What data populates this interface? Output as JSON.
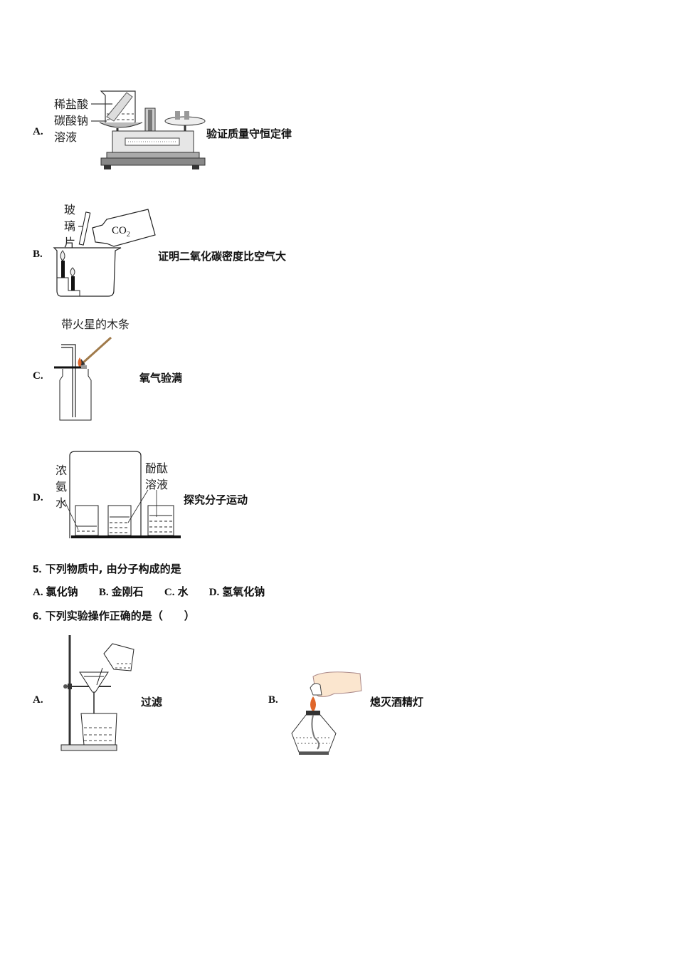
{
  "q4_options": [
    {
      "letter": "A.",
      "caption": "验证质量守恒定律",
      "labels": [
        "稀盐酸",
        "碳酸钠",
        "溶液"
      ],
      "figure": "balance-with-beaker"
    },
    {
      "letter": "B.",
      "caption": "证明二氧化碳密度比空气大",
      "labels": [
        "玻",
        "璃",
        "片"
      ],
      "bottle_label": "CO",
      "bottle_label_sub": "2",
      "figure": "co2-pour-candles"
    },
    {
      "letter": "C.",
      "caption": "氧气验满",
      "labels": [
        "带火星的木条"
      ],
      "figure": "gas-bottle-glowing-splint"
    },
    {
      "letter": "D.",
      "caption": "探究分子运动",
      "labels_left": [
        "浓",
        "氨",
        "水"
      ],
      "labels_right": [
        "酚酞",
        "溶液"
      ],
      "figure": "ammonia-phenolphthalein-beakers"
    }
  ],
  "q5": {
    "number": "5.",
    "text": "下列物质中, 由分子构成的是",
    "answers": [
      {
        "letter": "A.",
        "text": "氯化钠"
      },
      {
        "letter": "B.",
        "text": "金刚石"
      },
      {
        "letter": "C.",
        "text": "水"
      },
      {
        "letter": "D.",
        "text": "氢氧化钠"
      }
    ]
  },
  "q6": {
    "number": "6.",
    "text": "下列实验操作正确的是（　　）",
    "options": [
      {
        "letter": "A.",
        "caption": "过滤",
        "figure": "filtration"
      },
      {
        "letter": "B.",
        "caption": "熄灭酒精灯",
        "figure": "extinguish-alcohol-lamp"
      }
    ]
  },
  "colors": {
    "ink": "#111111",
    "flame": "#e0662a",
    "splint": "#a07a4a"
  }
}
